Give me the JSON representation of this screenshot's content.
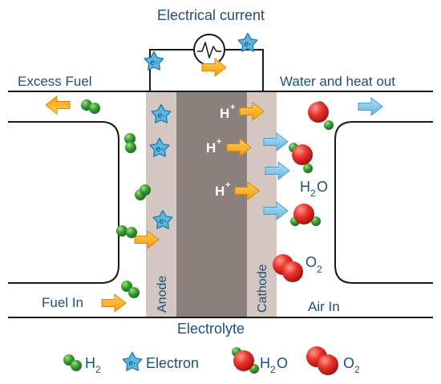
{
  "labels": {
    "electrical_current": "Electrical current",
    "excess_fuel": "Excess Fuel",
    "water_heat_out": "Water and heat out",
    "fuel_in": "Fuel In",
    "air_in": "Air In",
    "electrolyte": "Electrolyte",
    "anode": "Anode",
    "cathode": "Cathode",
    "h_plus": "H",
    "plus": "+",
    "h2o_h": "H",
    "h2o_2": "2",
    "h2o_o": "O",
    "o2_o": "O",
    "o2_2": "2",
    "electron_symbol": "e-"
  },
  "legend": {
    "h2_h": "H",
    "h2_2": "2",
    "electron": "Electron",
    "h2o_h": "H",
    "h2o_2": "2",
    "h2o_o": "O",
    "o2_o": "O",
    "o2_2": "2"
  },
  "colors": {
    "text": "#1f4f7a",
    "anode_layer": "#d4c6c0",
    "electrolyte_layer": "#8c807c",
    "hydrogen": "#3aa23a",
    "oxygen": "#e8322b",
    "electron": "#5bb7e0",
    "proton_arrow": "#f7a81b",
    "water_arrow": "#7cc4ea"
  },
  "icons": [
    "ammeter-icon",
    "electron-star-icon",
    "hydrogen-molecule-icon",
    "water-molecule-icon",
    "oxygen-molecule-icon",
    "arrow-icon"
  ]
}
